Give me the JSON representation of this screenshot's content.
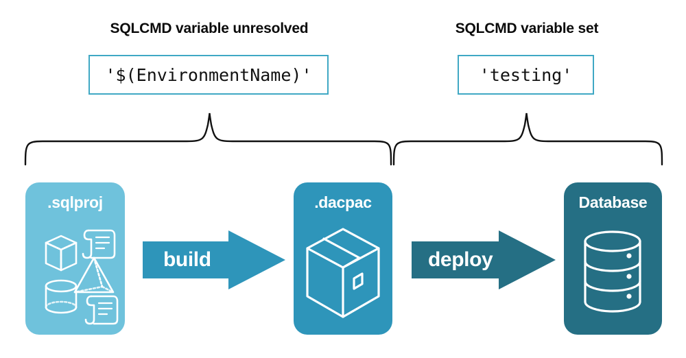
{
  "diagram": {
    "title_unresolved": "SQLCMD variable unresolved",
    "title_set": "SQLCMD variable set",
    "code_unresolved": "'$(EnvironmentName)'",
    "code_set": "'testing'",
    "cards": [
      {
        "id": "sqlproj",
        "label": ".sqlproj",
        "color": "#6FC2DC",
        "icon": "project-shapes-icon"
      },
      {
        "id": "dacpac",
        "label": ".dacpac",
        "color": "#2E95BA",
        "icon": "package-box-icon"
      },
      {
        "id": "database",
        "label": "Database",
        "color": "#256F84",
        "icon": "database-cylinder-icon"
      }
    ],
    "arrows": [
      {
        "id": "build",
        "label": "build",
        "color": "#2E95BA"
      },
      {
        "id": "deploy",
        "label": "deploy",
        "color": "#256F84"
      }
    ],
    "braces": [
      {
        "id": "brace-left",
        "covers": "sqlproj-to-dacpac"
      },
      {
        "id": "brace-right",
        "covers": "dacpac-to-database"
      }
    ],
    "colors": {
      "code_border": "#3FA8C4",
      "brace_stroke": "#111111",
      "text": "#0b0b0b",
      "background": "#ffffff"
    }
  }
}
